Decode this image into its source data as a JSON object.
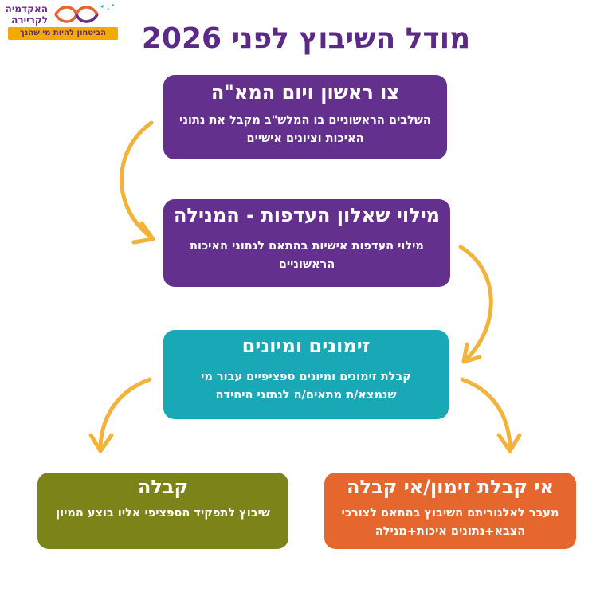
{
  "logo": {
    "name_line1": "האקדמיה",
    "name_line2": "לקריירה",
    "tagline": "הביטחון להיות מי שהנך",
    "colors": {
      "infinity_left": "#e5672d",
      "infinity_right": "#6a2c8e",
      "banner": "#f2a900"
    }
  },
  "title": "מודל השיבוץ לפני 2026",
  "steps": [
    {
      "heading": "צו ראשון ויום המא\"ה",
      "text": "השלבים הראשוניים בו המלש\"ב מקבל את נתוני האיכות וציונים אישיים",
      "color": "#64308e"
    },
    {
      "heading": "מילוי שאלון העדפות - המנילה",
      "text": "מילוי העדפות אישיות בהתאם לנתוני האיכות הראשוניים",
      "color": "#64308e"
    },
    {
      "heading": "זימונים ומיונים",
      "text": "קבלת זימונים ומיונים ספציפיים עבור מי שנמצא/ת מתאים/ה לנתוני היחידה",
      "color": "#19a9b6"
    }
  ],
  "outcomes": {
    "accept": {
      "heading": "קבלה",
      "text": "שיבוץ לתפקיד הספציפי אליו בוצע המיון",
      "color": "#7b8319"
    },
    "reject": {
      "heading": "אי קבלת זימון/אי קבלה",
      "text": "מעבר לאלגוריתם השיבוץ בהתאם לצורכי הצבא+נתונים איכות+מנילה",
      "color": "#e5672d"
    }
  },
  "arrow_color": "#f3b23a"
}
